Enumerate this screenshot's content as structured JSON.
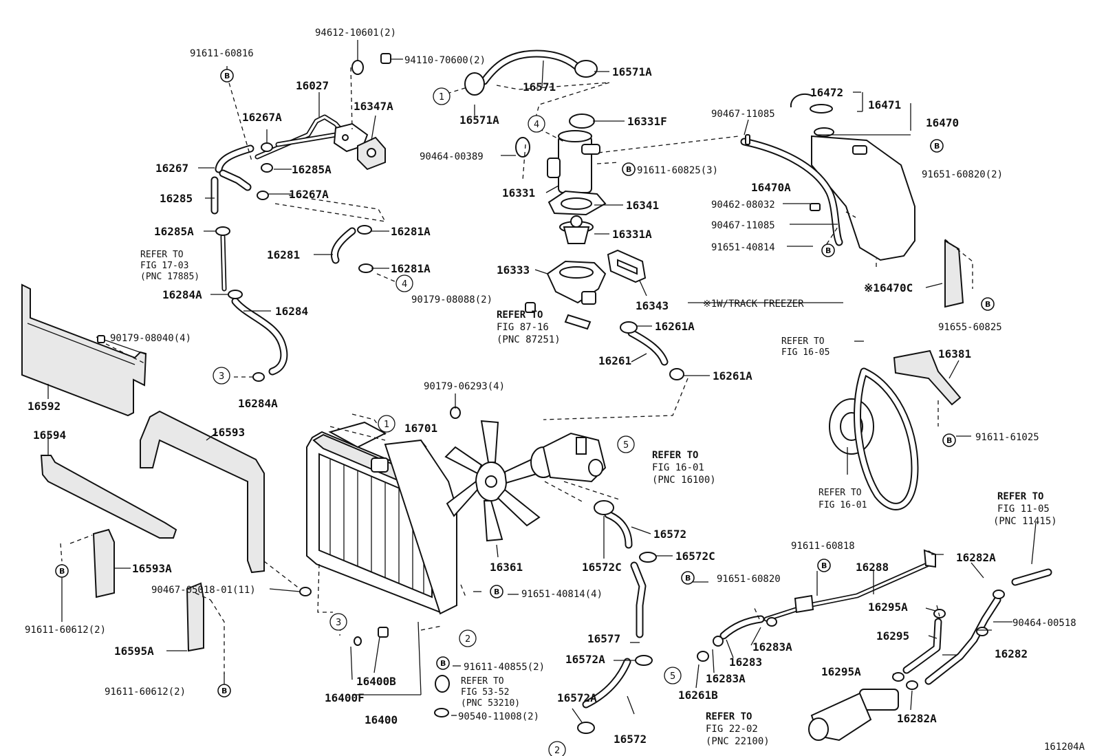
{
  "diagram_id": "161204A",
  "marker_letter": "B",
  "part_numbers": {
    "p1": "94612-10601(2)",
    "p2": "94110-70600(2)",
    "p3": "91611-60816",
    "p4": "16027",
    "p5": "16347A",
    "p6": "16267A",
    "p7": "16267",
    "p8": "16285A",
    "p9": "16285",
    "p10": "16267A",
    "p11": "16285A",
    "p12": "16281A",
    "p13": "16281",
    "p14": "16281A",
    "p15": "16284A",
    "p16": "16284",
    "p17": "16284A",
    "p18": "90179-08040(4)",
    "p19": "16592",
    "p20": "16594",
    "p21": "16593",
    "p22": "16593A",
    "p23": "90467-05018-01(11)",
    "p24": "91611-60612(2)",
    "p25": "16595A",
    "p26": "91611-60612(2)",
    "p27": "16571",
    "p28": "16571A",
    "p29": "16571A",
    "p30": "16331F",
    "p31": "90464-00389",
    "p32": "91611-60825(3)",
    "p33": "16331",
    "p34": "16341",
    "p35": "16331A",
    "p36": "16333",
    "p37": "90179-08088(2)",
    "p38": "16343",
    "p39": "16261A",
    "p40": "16261",
    "p41": "16261A",
    "p42": "90179-06293(4)",
    "p43": "16701",
    "p44": "16361",
    "p45": "16572",
    "p46": "16572C",
    "p47": "16572C",
    "p48": "91651-60820",
    "p49": "91651-40814(4)",
    "p50": "16577",
    "p51": "16572A",
    "p52": "16572A",
    "p53": "16572",
    "p54": "91611-40855(2)",
    "p55": "90540-11008(2)",
    "p56": "16400B",
    "p57": "16400F",
    "p58": "16400",
    "p59": "90467-11085",
    "p60": "16472",
    "p61": "16471",
    "p62": "16470",
    "p63": "91651-60820(2)",
    "p64": "16470A",
    "p65": "90462-08032",
    "p66": "90467-11085",
    "p67": "91651-40814",
    "p68": "※16470C",
    "p69": "91655-60825",
    "p70": "16381",
    "p71": "91611-61025",
    "p72": "91611-60818",
    "p73": "16288",
    "p74": "16282A",
    "p75": "16295A",
    "p76": "90464-00518",
    "p77": "16295",
    "p78": "16282",
    "p79": "16283A",
    "p80": "16283",
    "p81": "16283A",
    "p82": "16261B",
    "p83": "16295A",
    "p84": "16282A"
  },
  "references": {
    "r1": [
      "REFER TO",
      "FIG 17-03",
      "(PNC 17885)"
    ],
    "r2": [
      "REFER TO",
      "FIG 87-16",
      "(PNC 87251)"
    ],
    "r3": [
      "REFER TO",
      "FIG 16-01",
      "(PNC 16100)"
    ],
    "r4": [
      "REFER TO",
      "FIG 16-05"
    ],
    "r5": [
      "REFER TO",
      "FIG 16-01"
    ],
    "r6": [
      "REFER TO",
      "FIG 11-05",
      "(PNC 11415)"
    ],
    "r7": [
      "REFER TO",
      "FIG 53-52",
      "(PNC 53210)"
    ],
    "r8": [
      "REFER TO",
      "FIG 22-02",
      "(PNC 22100)"
    ]
  },
  "notes": {
    "track_freezer": "※1W/TRACK FREEZER"
  },
  "callouts": {
    "c1a": "1",
    "c1b": "1",
    "c2a": "2",
    "c2b": "2",
    "c3a": "3",
    "c3b": "3",
    "c4a": "4",
    "c4b": "4",
    "c5a": "5",
    "c5b": "5"
  }
}
